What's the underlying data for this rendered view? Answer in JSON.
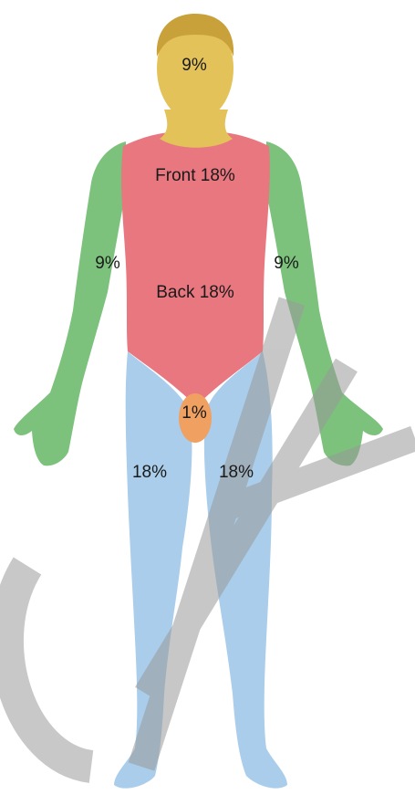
{
  "diagram": {
    "regions": [
      {
        "id": "head",
        "label": "9%",
        "color": "#e3c25a"
      },
      {
        "id": "torso-front",
        "label": "Front 18%",
        "color": "#e8777f"
      },
      {
        "id": "torso-back",
        "label": "Back 18%",
        "color": "#e8777f"
      },
      {
        "id": "left-arm",
        "label": "9%",
        "color": "#7cc27c"
      },
      {
        "id": "right-arm",
        "label": "9%",
        "color": "#7cc27c"
      },
      {
        "id": "genitals",
        "label": "1%",
        "color": "#f0a060"
      },
      {
        "id": "left-leg",
        "label": "18%",
        "color": "#a9cdea"
      },
      {
        "id": "right-leg",
        "label": "18%",
        "color": "#a9cdea"
      }
    ],
    "watermark_color": "#9a9a9a"
  }
}
